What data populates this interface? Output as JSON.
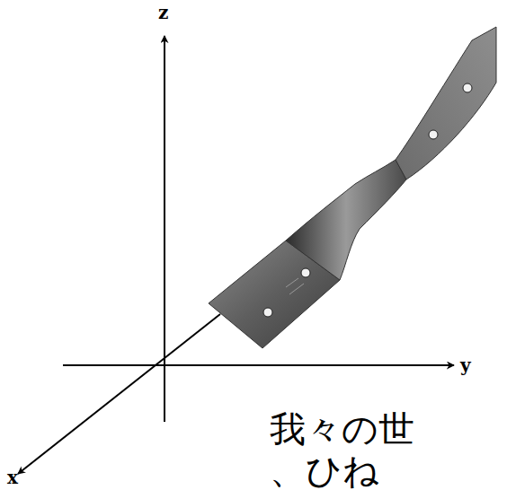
{
  "diagram": {
    "labels": [
      "z",
      "y",
      "x",
      "我々の世",
      "、ひね"
    ]
  }
}
